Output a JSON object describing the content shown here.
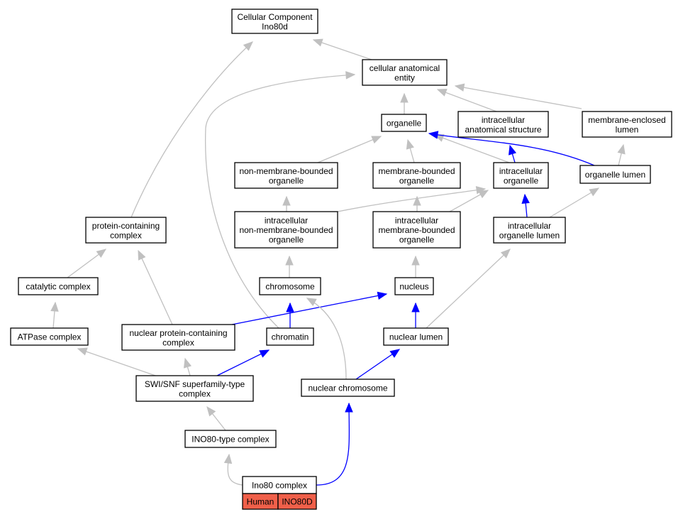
{
  "nodes": {
    "cc_ino80d": [
      "Cellular Component",
      "Ino80d"
    ],
    "cellular_anatomical_entity": [
      "cellular anatomical",
      "entity"
    ],
    "organelle": [
      "organelle"
    ],
    "intracellular_anatomical_structure": [
      "intracellular",
      "anatomical structure"
    ],
    "membrane_enclosed_lumen": [
      "membrane-enclosed",
      "lumen"
    ],
    "non_membrane_bounded_organelle": [
      "non-membrane-bounded",
      "organelle"
    ],
    "membrane_bounded_organelle": [
      "membrane-bounded",
      "organelle"
    ],
    "intracellular_organelle": [
      "intracellular",
      "organelle"
    ],
    "organelle_lumen": [
      "organelle lumen"
    ],
    "protein_containing_complex": [
      "protein-containing",
      "complex"
    ],
    "intracellular_non_membrane_bounded_organelle": [
      "intracellular",
      "non-membrane-bounded",
      "organelle"
    ],
    "intracellular_membrane_bounded_organelle": [
      "intracellular",
      "membrane-bounded",
      "organelle"
    ],
    "intracellular_organelle_lumen": [
      "intracellular",
      "organelle lumen"
    ],
    "catalytic_complex": [
      "catalytic complex"
    ],
    "chromosome": [
      "chromosome"
    ],
    "nucleus": [
      "nucleus"
    ],
    "atpase_complex": [
      "ATPase complex"
    ],
    "nuclear_protein_containing_complex": [
      "nuclear protein-containing",
      "complex"
    ],
    "chromatin": [
      "chromatin"
    ],
    "nuclear_lumen": [
      "nuclear lumen"
    ],
    "swi_snf_superfamily_type_complex": [
      "SWI/SNF superfamily-type",
      "complex"
    ],
    "nuclear_chromosome": [
      "nuclear chromosome"
    ],
    "ino80_type_complex": [
      "INO80-type complex"
    ],
    "ino80_complex": [
      "Ino80 complex"
    ]
  },
  "annotation": {
    "species": "Human",
    "gene": "INO80D",
    "color": "#f0604a"
  },
  "edges": [
    {
      "from": "cellular_anatomical_entity",
      "to": "cc_ino80d",
      "kind": "is_a"
    },
    {
      "from": "protein_containing_complex",
      "to": "cc_ino80d",
      "kind": "is_a"
    },
    {
      "from": "organelle",
      "to": "cellular_anatomical_entity",
      "kind": "is_a"
    },
    {
      "from": "intracellular_anatomical_structure",
      "to": "cellular_anatomical_entity",
      "kind": "is_a"
    },
    {
      "from": "membrane_enclosed_lumen",
      "to": "cellular_anatomical_entity",
      "kind": "is_a"
    },
    {
      "from": "chromatin",
      "to": "cellular_anatomical_entity",
      "kind": "is_a"
    },
    {
      "from": "non_membrane_bounded_organelle",
      "to": "organelle",
      "kind": "is_a"
    },
    {
      "from": "membrane_bounded_organelle",
      "to": "organelle",
      "kind": "is_a"
    },
    {
      "from": "intracellular_organelle",
      "to": "organelle",
      "kind": "is_a"
    },
    {
      "from": "organelle_lumen",
      "to": "organelle",
      "kind": "part_of"
    },
    {
      "from": "intracellular_organelle",
      "to": "intracellular_anatomical_structure",
      "kind": "part_of"
    },
    {
      "from": "organelle_lumen",
      "to": "membrane_enclosed_lumen",
      "kind": "is_a"
    },
    {
      "from": "intracellular_non_membrane_bounded_organelle",
      "to": "non_membrane_bounded_organelle",
      "kind": "is_a"
    },
    {
      "from": "intracellular_non_membrane_bounded_organelle",
      "to": "intracellular_organelle",
      "kind": "is_a"
    },
    {
      "from": "intracellular_membrane_bounded_organelle",
      "to": "membrane_bounded_organelle",
      "kind": "is_a"
    },
    {
      "from": "intracellular_membrane_bounded_organelle",
      "to": "intracellular_organelle",
      "kind": "is_a"
    },
    {
      "from": "intracellular_organelle_lumen",
      "to": "intracellular_organelle",
      "kind": "part_of"
    },
    {
      "from": "intracellular_organelle_lumen",
      "to": "organelle_lumen",
      "kind": "is_a"
    },
    {
      "from": "catalytic_complex",
      "to": "protein_containing_complex",
      "kind": "is_a"
    },
    {
      "from": "nuclear_protein_containing_complex",
      "to": "protein_containing_complex",
      "kind": "is_a"
    },
    {
      "from": "chromosome",
      "to": "intracellular_non_membrane_bounded_organelle",
      "kind": "is_a"
    },
    {
      "from": "nucleus",
      "to": "intracellular_membrane_bounded_organelle",
      "kind": "is_a"
    },
    {
      "from": "atpase_complex",
      "to": "catalytic_complex",
      "kind": "is_a"
    },
    {
      "from": "nuclear_protein_containing_complex",
      "to": "nucleus",
      "kind": "part_of"
    },
    {
      "from": "chromatin",
      "to": "chromosome",
      "kind": "part_of"
    },
    {
      "from": "nuclear_lumen",
      "to": "nucleus",
      "kind": "part_of"
    },
    {
      "from": "nuclear_lumen",
      "to": "intracellular_organelle_lumen",
      "kind": "is_a"
    },
    {
      "from": "swi_snf_superfamily_type_complex",
      "to": "atpase_complex",
      "kind": "is_a"
    },
    {
      "from": "swi_snf_superfamily_type_complex",
      "to": "nuclear_protein_containing_complex",
      "kind": "is_a"
    },
    {
      "from": "swi_snf_superfamily_type_complex",
      "to": "chromatin",
      "kind": "part_of"
    },
    {
      "from": "nuclear_chromosome",
      "to": "chromosome",
      "kind": "is_a"
    },
    {
      "from": "nuclear_chromosome",
      "to": "nuclear_lumen",
      "kind": "part_of"
    },
    {
      "from": "ino80_type_complex",
      "to": "swi_snf_superfamily_type_complex",
      "kind": "is_a"
    },
    {
      "from": "ino80_complex",
      "to": "ino80_type_complex",
      "kind": "is_a"
    },
    {
      "from": "ino80_complex",
      "to": "nuclear_chromosome",
      "kind": "part_of"
    }
  ],
  "colors": {
    "is_a": "#c0c0c0",
    "part_of": "#0000ff",
    "node_border": "#000000",
    "node_fill": "#ffffff"
  }
}
